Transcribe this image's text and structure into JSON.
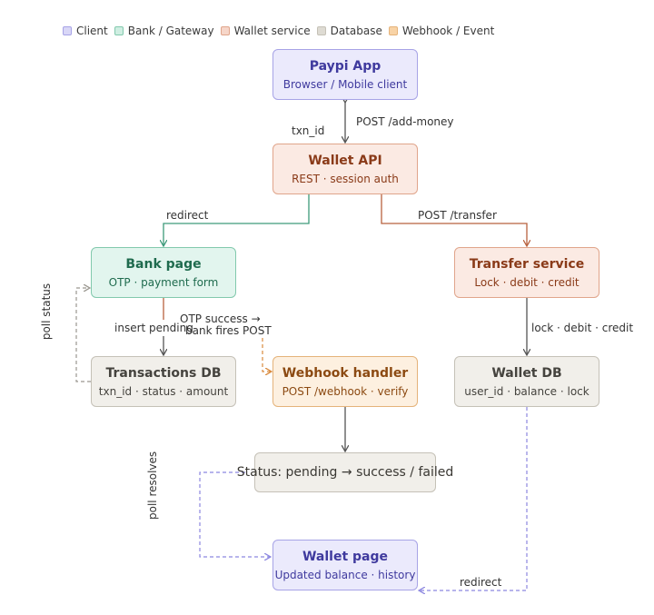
{
  "legend": [
    {
      "label": "Client",
      "kind": "client"
    },
    {
      "label": "Bank / Gateway",
      "kind": "bank"
    },
    {
      "label": "Wallet service",
      "kind": "wallet"
    },
    {
      "label": "Database",
      "kind": "db"
    },
    {
      "label": "Webhook / Event",
      "kind": "hook"
    }
  ],
  "colors": {
    "client": "#8c87e0",
    "bank": "#3d9a7a",
    "wallet": "#c06a48",
    "db": "#8a877f",
    "hook": "#e09a4e",
    "arrow": "#555555"
  },
  "nodes": {
    "paypi_app": {
      "title": "Paypi App",
      "subtitle": "Browser / Mobile client"
    },
    "wallet_api": {
      "title": "Wallet API",
      "subtitle": "REST · session auth"
    },
    "bank_page": {
      "title": "Bank page",
      "subtitle": "OTP · payment form"
    },
    "transfer_service": {
      "title": "Transfer service",
      "subtitle": "Lock · debit · credit"
    },
    "transactions_db": {
      "title": "Transactions DB",
      "subtitle": "txn_id · status · amount"
    },
    "webhook_handler": {
      "title": "Webhook handler",
      "subtitle": "POST /webhook · verify"
    },
    "wallet_db": {
      "title": "Wallet DB",
      "subtitle": "user_id · balance · lock"
    },
    "status": {
      "title": "Status: pending → success / failed"
    },
    "wallet_page": {
      "title": "Wallet page",
      "subtitle": "Updated balance · history"
    }
  },
  "edges": {
    "add_money": "POST /add-money",
    "txn_id": "txn_id",
    "redirect_bank": "redirect",
    "post_transfer": "POST /transfer",
    "poll_status": "poll status",
    "insert_pending": "insert pending",
    "otp_success_1": "OTP success →",
    "otp_success_2": "bank fires POST",
    "lock_debit_credit": "lock · debit · credit",
    "poll_resolves": "poll resolves",
    "redirect_wallet": "redirect"
  }
}
